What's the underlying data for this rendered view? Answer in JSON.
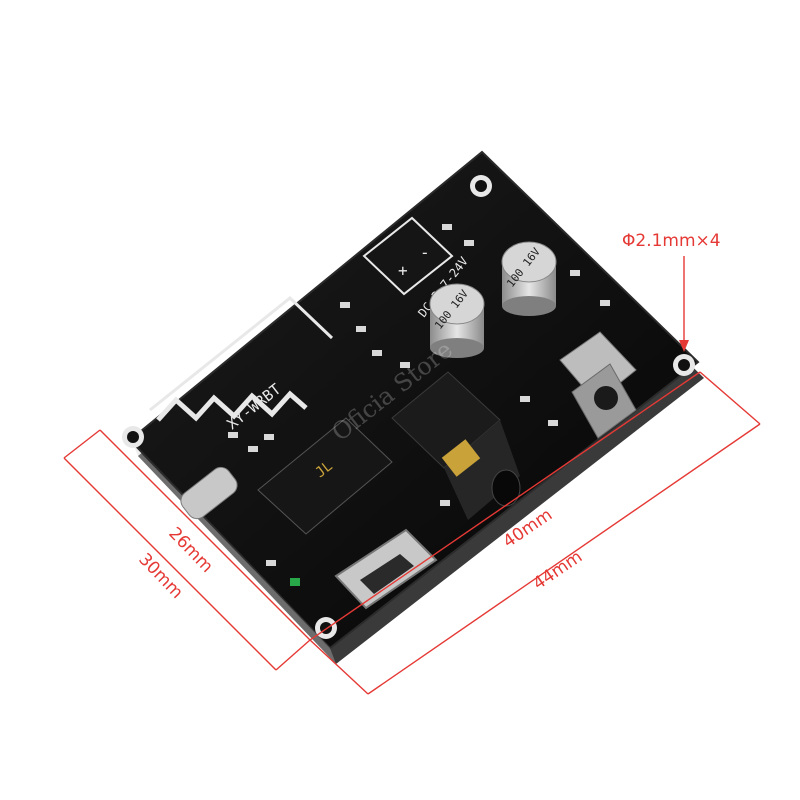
{
  "colors": {
    "dimension": "#e53935",
    "pcb": "#0e0e0e",
    "pcb_edge": "#2b2b2b",
    "silkscreen": "#e8e8e8",
    "capacitor": "#b9b9b9",
    "gold": "#c9a23a",
    "metal": "#bfbfbf",
    "background": "#ffffff"
  },
  "dimensions": {
    "hole_label": "Φ2.1mm×4",
    "inner_width": "40mm",
    "outer_width": "44mm",
    "inner_height": "26mm",
    "outer_height": "30mm"
  },
  "board": {
    "model": "XY-WRBT",
    "power_label": "DC:3.7-24V",
    "cap_label_1": "100 16V",
    "cap_label_2": "100 16V",
    "watermark": "Oficia Store"
  }
}
